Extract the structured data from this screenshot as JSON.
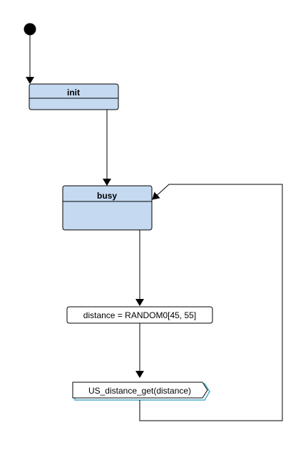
{
  "diagram": {
    "states": {
      "init": {
        "label": "init"
      },
      "busy": {
        "label": "busy"
      }
    },
    "actions": {
      "compute": {
        "label": "distance = RANDOM0[45, 55]"
      },
      "send": {
        "label": "US_distance_get(distance)"
      }
    },
    "colors": {
      "state_fill": "#c5d9f1",
      "stroke": "#000000",
      "action_fill": "#ffffff",
      "signal_shadow": "#4bacc6"
    }
  }
}
